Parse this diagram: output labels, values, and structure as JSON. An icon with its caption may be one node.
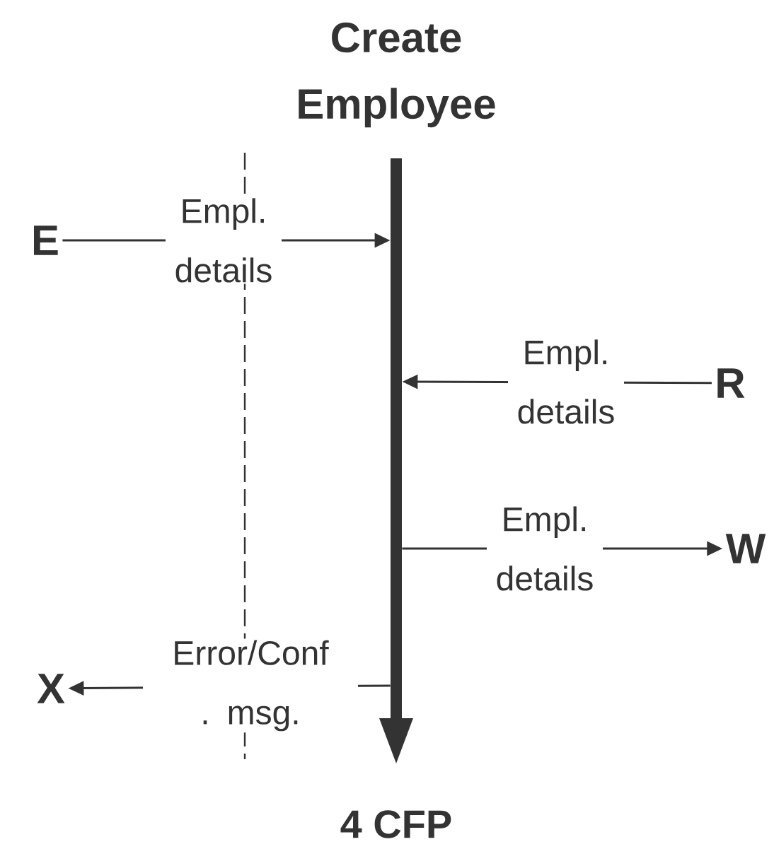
{
  "diagram": {
    "nodes": [
      {
        "text": [
          "Create Employee"
        ]
      },
      {
        "text": [
          "E"
        ]
      },
      {
        "text": [
          "R"
        ]
      },
      {
        "text": [
          "W"
        ]
      },
      {
        "text": [
          "X"
        ]
      }
    ],
    "edges": [
      {
        "from": 1,
        "to": 0,
        "arrow": "to",
        "label": "Empl. details"
      },
      {
        "from": 2,
        "to": 0,
        "arrow": "to",
        "label": "Empl. details"
      },
      {
        "from": 0,
        "to": 3,
        "arrow": "to",
        "label": "Empl. details"
      },
      {
        "from": 0,
        "to": 4,
        "arrow": "to",
        "label": "Error/Conf . msg."
      }
    ],
    "labels": [
      "4 CFP"
    ]
  }
}
